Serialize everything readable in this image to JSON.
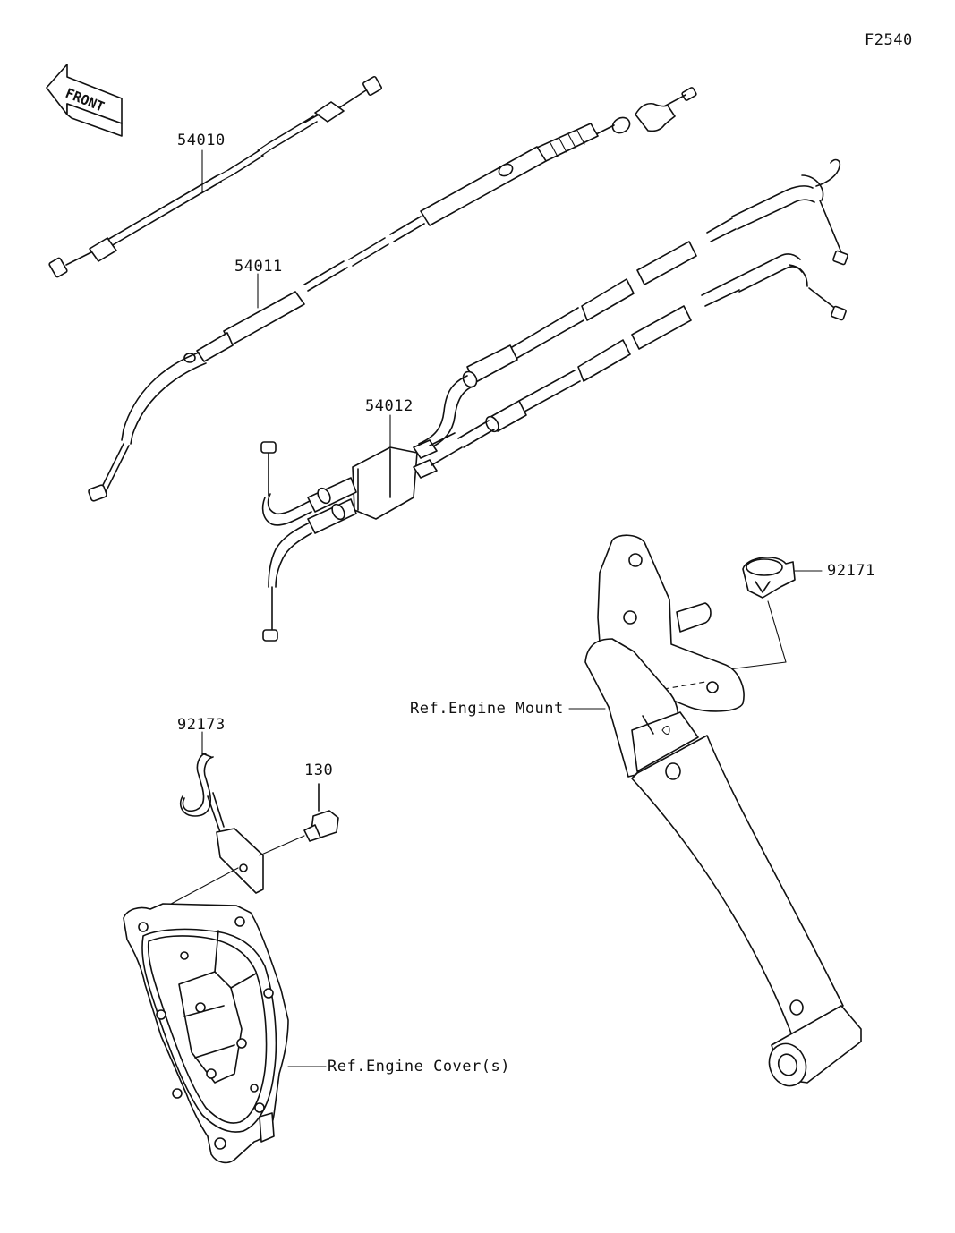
{
  "figure_code": "F2540",
  "front_label": "FRONT",
  "parts": [
    {
      "id": "54010",
      "label": "54010"
    },
    {
      "id": "54011",
      "label": "54011"
    },
    {
      "id": "54012",
      "label": "54012"
    },
    {
      "id": "92171",
      "label": "92171"
    },
    {
      "id": "92173",
      "label": "92173"
    },
    {
      "id": "130",
      "label": "130"
    }
  ],
  "references": {
    "engine_mount": "Ref.Engine Mount",
    "engine_cover": "Ref.Engine Cover(s)"
  }
}
